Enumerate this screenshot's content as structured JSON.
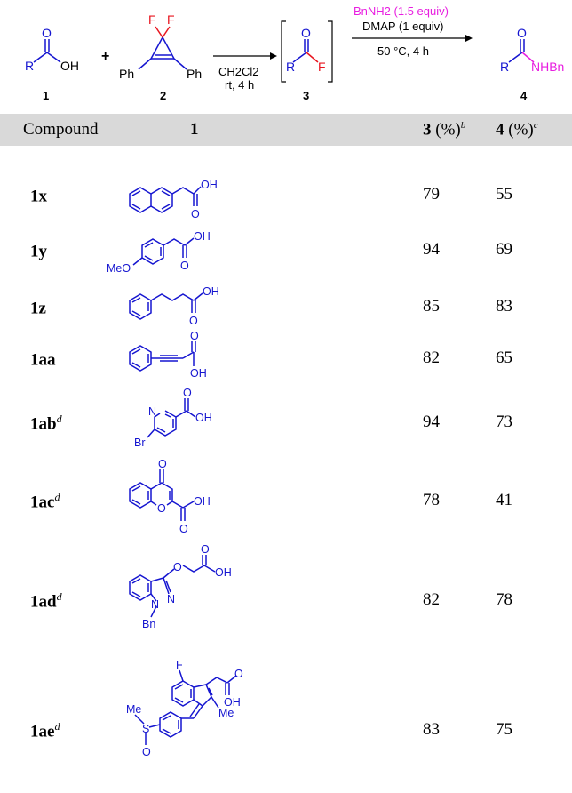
{
  "scheme": {
    "acid_label": "1",
    "reagent_label": "2",
    "intermediate_label": "3",
    "product_label": "4",
    "reagent_group_R": "R",
    "oh_text": "OH",
    "o_text": "O",
    "f_text": "F",
    "ph_text": "Ph",
    "plus": "+",
    "step1_solvent": "CH2Cl2",
    "step1_conditions": "rt, 4 h",
    "step2_amine": "BnNH2 (1.5 equiv)",
    "step2_base": "DMAP (1 equiv)",
    "step2_conditions": "50 °C, 4 h",
    "nhbn_text": "NHBn",
    "colors": {
      "fluorine": "#e8141e",
      "amine": "#e81ee0",
      "structure": "#1515d0"
    }
  },
  "table": {
    "headers": {
      "compound": "Compound",
      "col1": "1",
      "col3": "3",
      "col3_unit": "(%)",
      "col3_note": "b",
      "col4": "4",
      "col4_unit": "(%)",
      "col4_note": "c"
    },
    "rows": [
      {
        "compound": "1x",
        "note": "",
        "yield3": "79",
        "yield4": "55"
      },
      {
        "compound": "1y",
        "note": "",
        "yield3": "94",
        "yield4": "69"
      },
      {
        "compound": "1z",
        "note": "",
        "yield3": "85",
        "yield4": "83"
      },
      {
        "compound": "1aa",
        "note": "",
        "yield3": "82",
        "yield4": "65"
      },
      {
        "compound": "1ab",
        "note": "d",
        "yield3": "94",
        "yield4": "73"
      },
      {
        "compound": "1ac",
        "note": "d",
        "yield3": "78",
        "yield4": "41"
      },
      {
        "compound": "1ad",
        "note": "d",
        "yield3": "82",
        "yield4": "78"
      },
      {
        "compound": "1ae",
        "note": "d",
        "yield3": "83",
        "yield4": "75"
      }
    ],
    "atom_labels": {
      "oh": "OH",
      "o": "O",
      "meo": "MeO",
      "n": "N",
      "br": "Br",
      "bn": "Bn",
      "f": "F",
      "me": "Me",
      "s": "S"
    }
  }
}
